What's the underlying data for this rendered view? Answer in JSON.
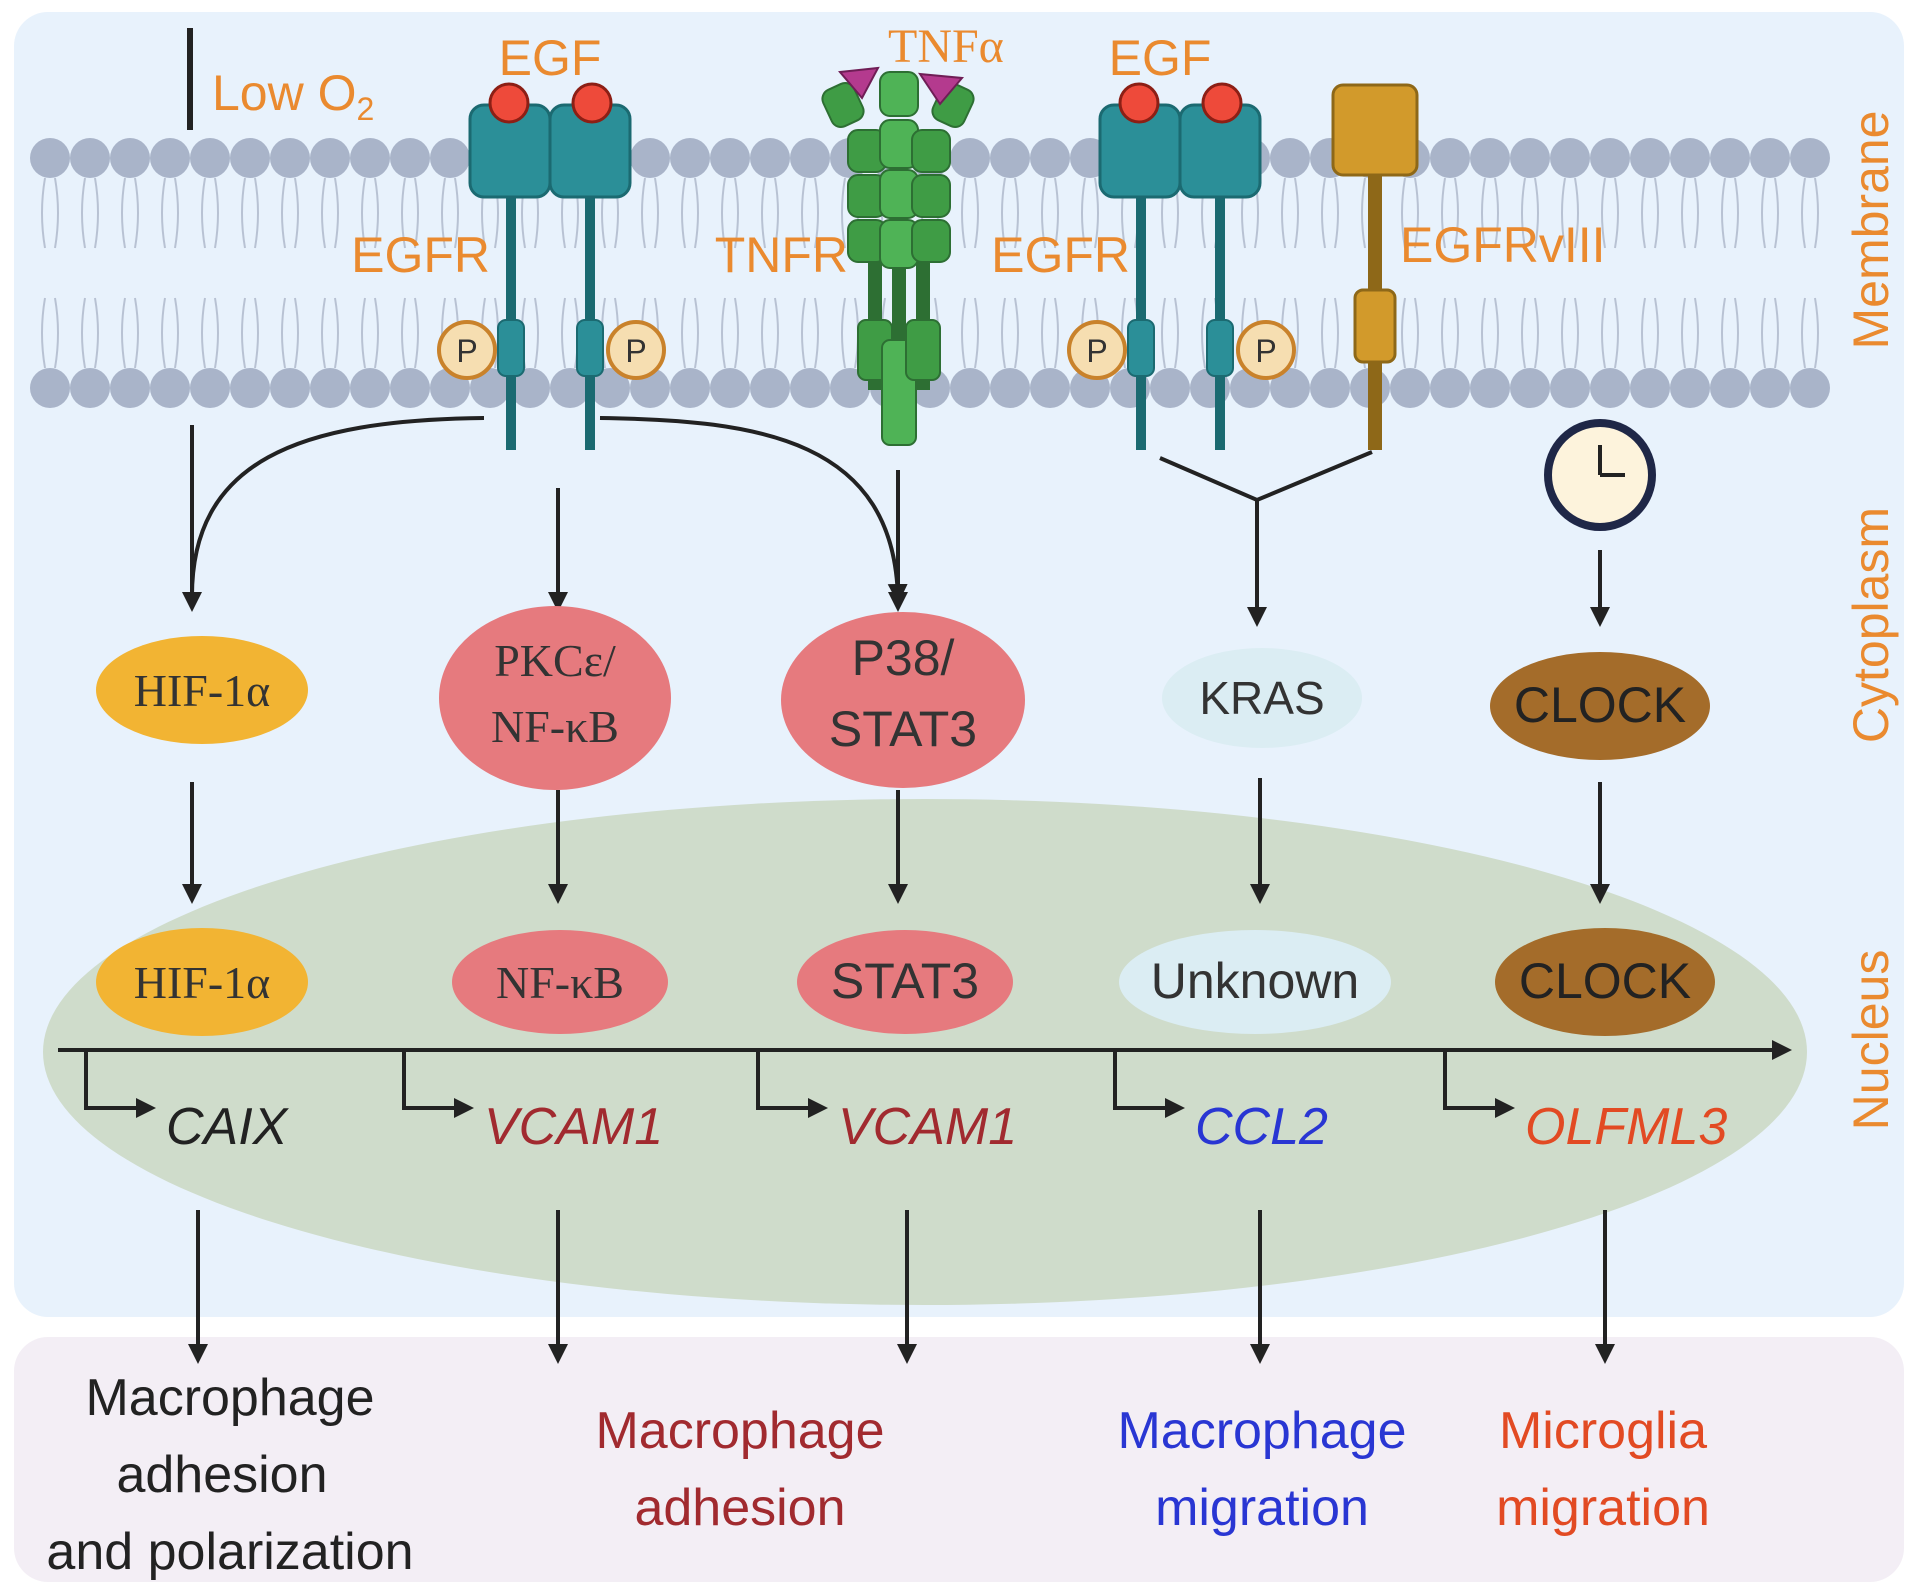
{
  "colors": {
    "cell_bg": "#e8f2fc",
    "outcome_bg": "#f3eef5",
    "nucleus": "#cfdccb",
    "lipid_head": "#a9b4c9",
    "label_orange": "#ea8a2f",
    "receptor_teal": "#2b8f98",
    "receptor_teal_dark": "#1b6a71",
    "ligand_red": "#ee4a3a",
    "phospho_fill": "#f6deb1",
    "tnfr_green": "#3f9c45",
    "tnfr_dark": "#2d6f33",
    "tnf_magenta": "#b43a8e",
    "vIII_gold": "#d29a2b",
    "vIII_stem": "#8e6818",
    "hif_fill": "#f2b433",
    "pink_fill": "#e67a7e",
    "kras_fill": "#dbedf3",
    "clock_fill": "#a46c2a",
    "arrow": "#222222",
    "color_black": "#222222",
    "color_darkred": "#a12a2f",
    "color_blue": "#2936d3",
    "color_redorange": "#e24a23"
  },
  "labels": {
    "low_o2": "Low O",
    "low_o2_sub": "2",
    "egf_left": "EGF",
    "egf_right": "EGF",
    "tnf_alpha": "TNFα",
    "egfr_left": "EGFR",
    "tnfr": "TNFR",
    "egfr_right": "EGFR",
    "egfrviii": "EGFRvIII",
    "phospho": "P"
  },
  "compartments": {
    "membrane": "Membrane",
    "cytoplasm": "Cytoplasm",
    "nucleus": "Nucleus"
  },
  "cytoplasm_nodes": {
    "hif": "HIF-1α",
    "pkc_line1": "PKCε/",
    "pkc_line2": "NF-κB",
    "p38_line1": "P38/",
    "p38_line2": "STAT3",
    "kras": "KRAS",
    "clock": "CLOCK"
  },
  "nucleus_nodes": {
    "hif": "HIF-1α",
    "nfkb": "NF-κB",
    "stat3": "STAT3",
    "unknown": "Unknown",
    "clock": "CLOCK"
  },
  "genes": {
    "caix": "CAIX",
    "vcam1_a": "VCAM1",
    "vcam1_b": "VCAM1",
    "ccl2": "CCL2",
    "olfml3": "OLFML3"
  },
  "outcomes": {
    "o1_l1": "Macrophage",
    "o1_l2": "adhesion",
    "o1_l3": "and polarization",
    "o2_l1": "Macrophage",
    "o2_l2": "adhesion",
    "o3_l1": "Macrophage",
    "o3_l2": "migration",
    "o4_l1": "Microglia",
    "o4_l2": "migration"
  }
}
